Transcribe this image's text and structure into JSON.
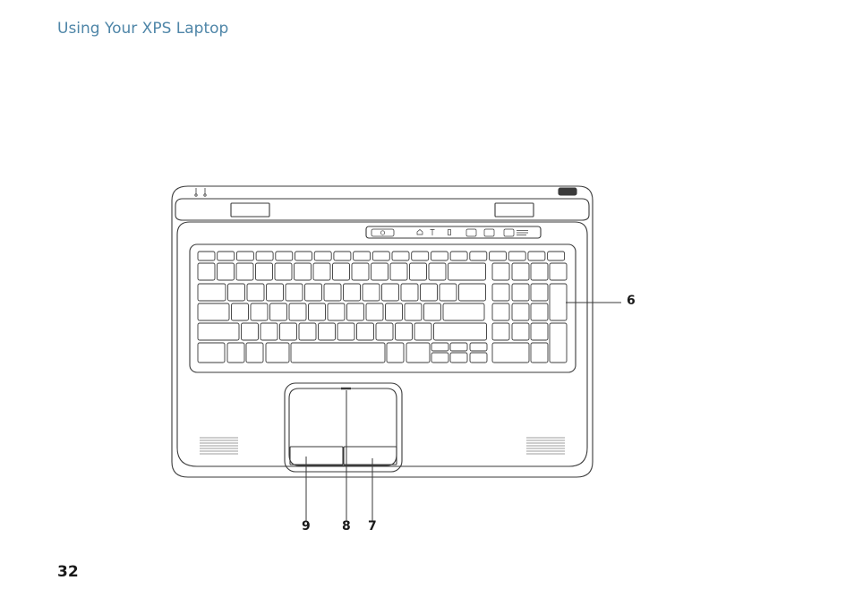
{
  "header": {
    "title": "Using Your XPS Laptop"
  },
  "footer": {
    "page_number": "32"
  },
  "figure": {
    "callouts": [
      "6",
      "7",
      "8",
      "9"
    ],
    "line_color": "#3a3a3a",
    "icons": [
      "power-icon",
      "home-icon",
      "wireless-icon",
      "battery-icon",
      "windows-mobility-icon",
      "audio-icon",
      "widi-icon",
      "xps-badge-icon"
    ]
  }
}
